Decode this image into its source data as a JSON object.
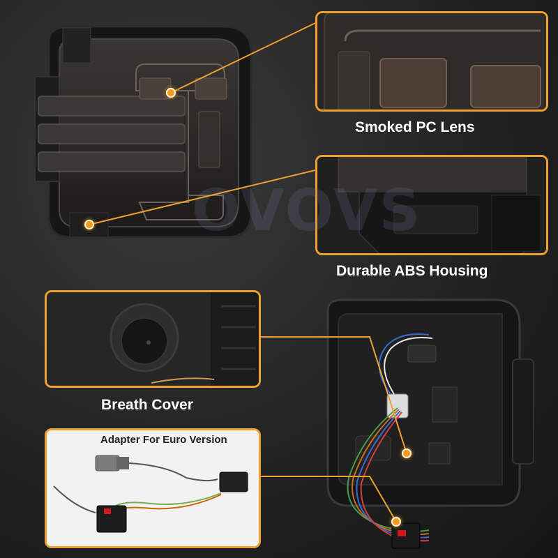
{
  "callouts": {
    "lens": {
      "caption": "Smoked PC Lens"
    },
    "housing": {
      "caption": "Durable ABS Housing"
    },
    "breath": {
      "caption": "Breath Cover"
    },
    "adapter": {
      "label": "Adapter For Euro Version"
    }
  },
  "watermark": "OVOVS",
  "colors": {
    "accent": "#f0a030",
    "background": "#232323",
    "caption": "#ffffff"
  }
}
